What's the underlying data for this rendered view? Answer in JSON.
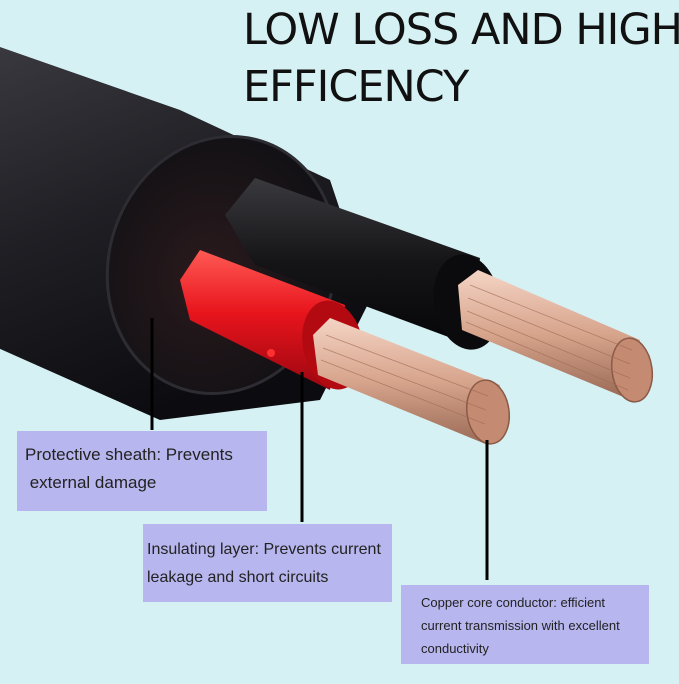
{
  "title": {
    "line1": "LOW LOSS AND HIGH",
    "line2": "EFFICENCY"
  },
  "labels": {
    "sheath": {
      "line1": "Protective sheath: Prevents",
      "line2": " external damage"
    },
    "insulation": {
      "line1": "Insulating layer: Prevents current",
      "line2": "leakage and short circuits"
    },
    "copper": {
      "line1": "Copper core conductor: efficient",
      "line2": "current transmission with excellent",
      "line3": "conductivity"
    }
  },
  "colors": {
    "background": "#d6f1f4",
    "sheath": "#1b1b1f",
    "insulation_red": "#e8141c",
    "copper": "#d7a48c",
    "label_box": "#b7b6ee"
  }
}
